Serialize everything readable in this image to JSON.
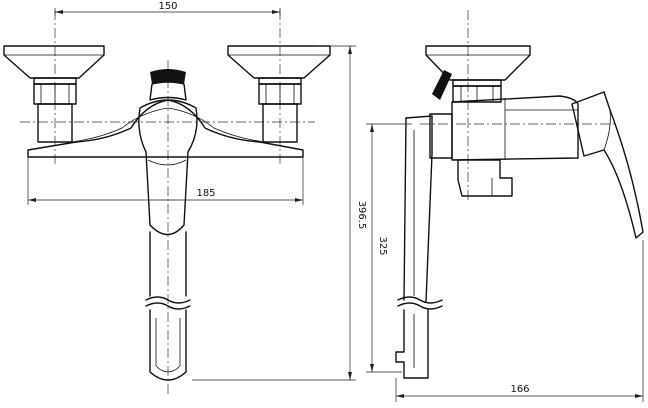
{
  "dimensions": {
    "top_width": "150",
    "bracket_width": "185",
    "total_height": "396.5",
    "spout_height": "325",
    "side_depth": "166"
  },
  "colors": {
    "line": "#111111",
    "background": "#ffffff"
  }
}
